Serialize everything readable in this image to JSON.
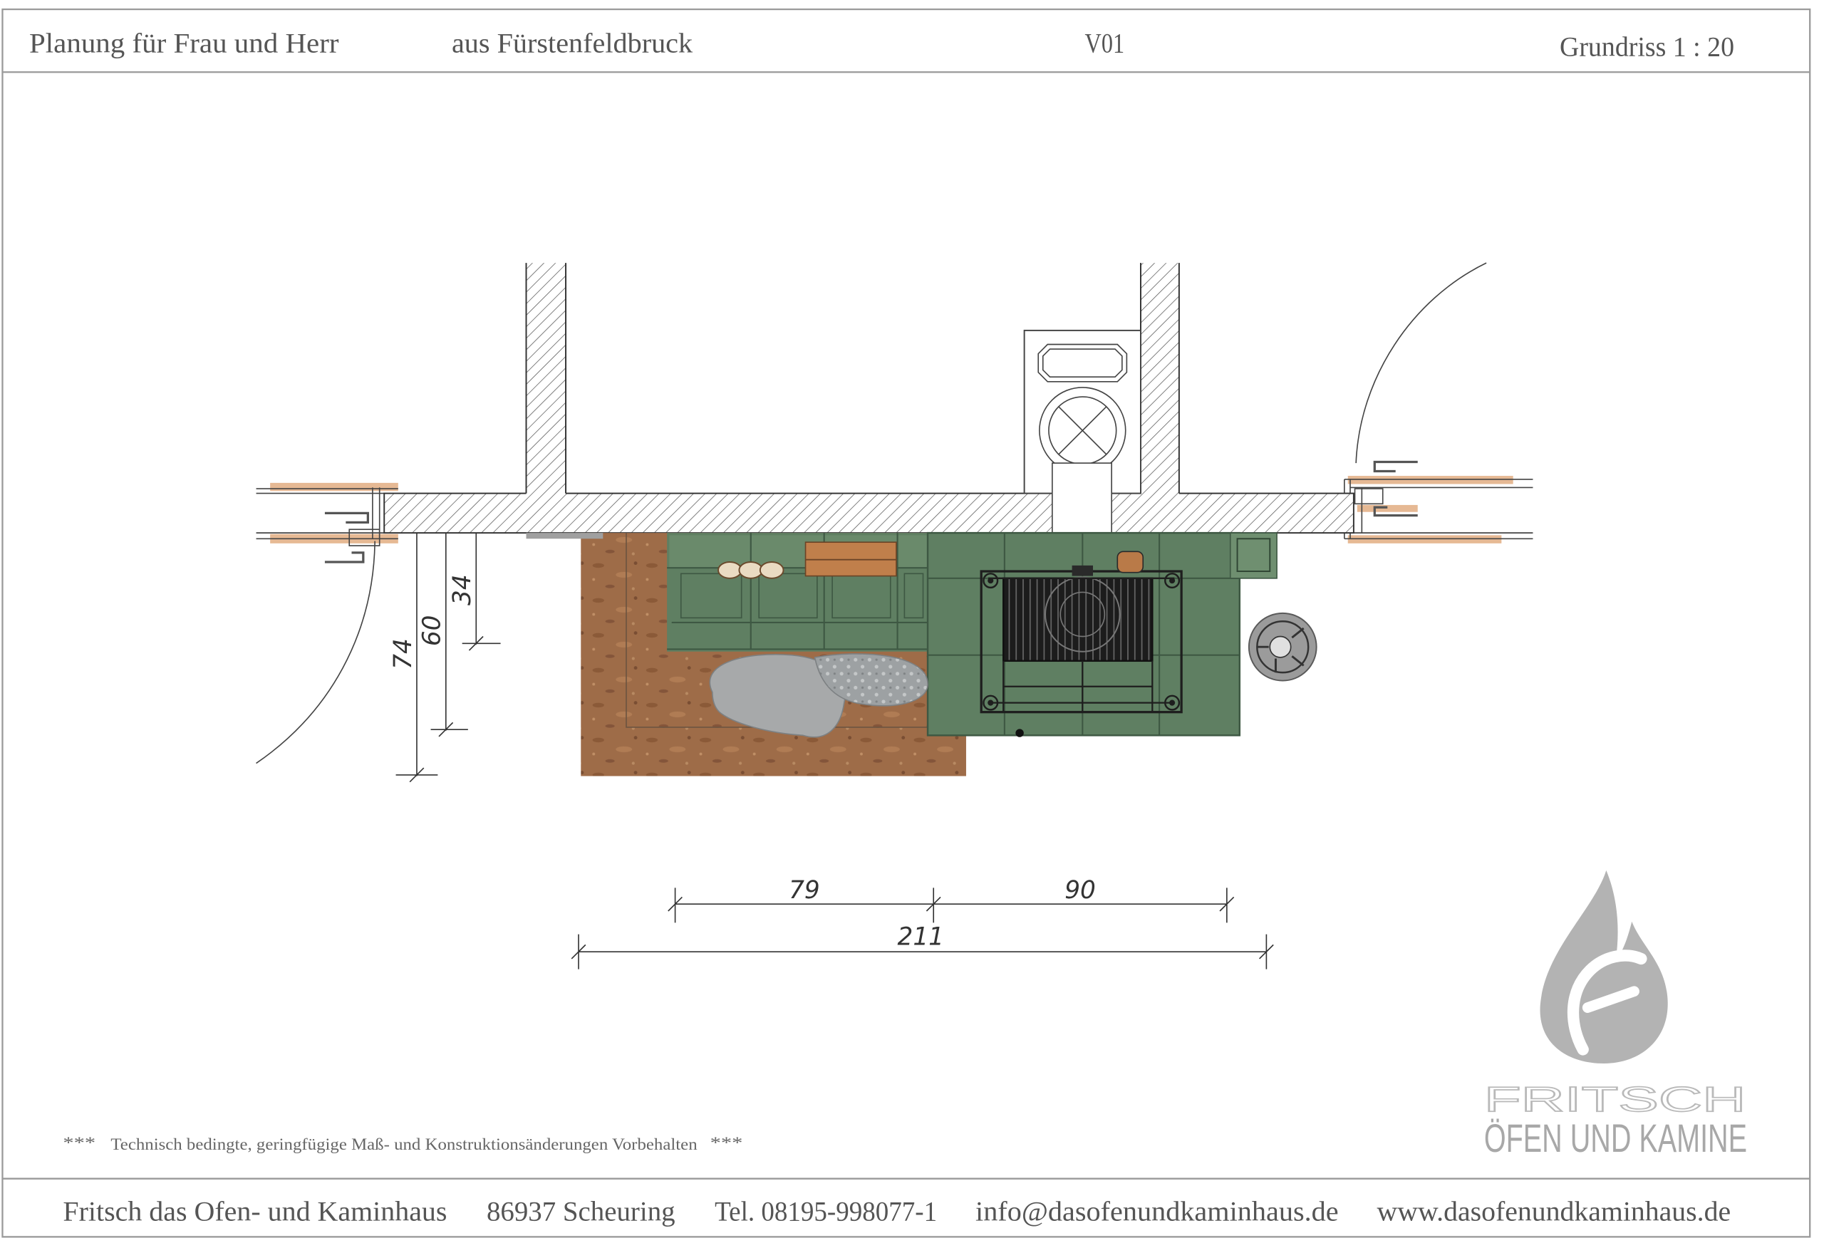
{
  "header": {
    "client": "Planung für Frau und Herr",
    "location": "aus Fürstenfeldbruck",
    "version": "V01",
    "view_scale": "Grundriss 1 : 20"
  },
  "plan": {
    "dimensions": {
      "depth_overall": "74",
      "depth_bench": "60",
      "depth_seat": "34",
      "width_bench": "79",
      "width_stove": "90",
      "width_overall": "211"
    },
    "symbols": {
      "air_inlet": "air-inlet-icon"
    }
  },
  "disclaimer": {
    "stars_left": "***",
    "text": "Technisch bedingte, geringfügige Maß- und Konstruktionsänderungen Vorbehalten",
    "stars_right": "***"
  },
  "logo": {
    "icon": "flame-f-icon",
    "line1": "FRITSCH",
    "line2": "ÖFEN UND KAMINE"
  },
  "footer": {
    "company": "Fritsch das Ofen- und Kaminhaus",
    "address": "86937 Scheuring",
    "phone": "Tel. 08195-998077-1",
    "email": "info@dasofenundkaminhaus.de",
    "website": "www.dasofenundkaminhaus.de"
  },
  "colors": {
    "frame": "#9a9a9a",
    "tile_green": "#5f7f62",
    "tile_grout": "#3e5843",
    "floor_plate": "#9e6c48",
    "door_frame_wood": "#d9935a",
    "logo_gray": "#b3b3b3"
  }
}
